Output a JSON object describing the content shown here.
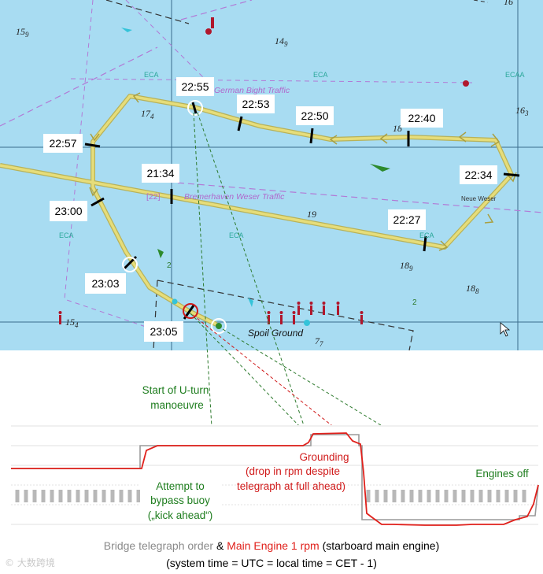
{
  "map": {
    "time_labels": [
      {
        "id": "2255",
        "text": "22:55"
      },
      {
        "id": "2253",
        "text": "22:53"
      },
      {
        "id": "2250",
        "text": "22:50"
      },
      {
        "id": "2240",
        "text": "22:40"
      },
      {
        "id": "2257",
        "text": "22:57"
      },
      {
        "id": "2134",
        "text": "21:34"
      },
      {
        "id": "2234",
        "text": "22:34"
      },
      {
        "id": "2300",
        "text": "23:00"
      },
      {
        "id": "2227",
        "text": "22:27"
      },
      {
        "id": "2303",
        "text": "23:03"
      },
      {
        "id": "2305",
        "text": "23:05"
      }
    ],
    "areas": {
      "german_bight": "German Bight Traffic",
      "bremerhaven": "Bremerhaven Weser Traffic",
      "bremerhaven_prefix": "[22]",
      "spoil_ground": "Spoil Ground",
      "neue_weser": "Neue Weser"
    },
    "eca_label": "ECA",
    "ecaa_label": "ECAA",
    "depths": [
      {
        "id": "d1",
        "main": "15",
        "sub": "9"
      },
      {
        "id": "d2",
        "main": "14",
        "sub": "9"
      },
      {
        "id": "d3",
        "main": "17",
        "sub": "4"
      },
      {
        "id": "d4",
        "main": "16",
        "sub": "3"
      },
      {
        "id": "d5",
        "main": "18",
        "sub": ""
      },
      {
        "id": "d6",
        "main": "19",
        "sub": ""
      },
      {
        "id": "d7",
        "main": "18",
        "sub": "9"
      },
      {
        "id": "d8",
        "main": "18",
        "sub": "8"
      },
      {
        "id": "d9",
        "main": "15",
        "sub": "4"
      },
      {
        "id": "d10",
        "main": "7",
        "sub": "7"
      },
      {
        "id": "d11",
        "main": "16",
        "sub": ""
      }
    ],
    "colors": {
      "sea": "#a8dcf2",
      "track": "#e6dd7a",
      "track_outline": "#b7b25a",
      "route_line": "#b27ad6",
      "telegraph_dash": "#2d7a2d",
      "grounding_dash": "#d01a1a"
    }
  },
  "chart": {
    "annotations": {
      "start_uturn_line1": "Start of U-turn",
      "start_uturn_line2": "manoeuvre",
      "grounding_line1": "Grounding",
      "grounding_line2": "(drop in rpm despite",
      "grounding_line3": "telegraph at full ahead)",
      "attempt_line1": "Attempt to",
      "attempt_line2": "bypass buoy",
      "attempt_line3": "(„kick ahead“)",
      "engines_off": "Engines off"
    },
    "colors": {
      "telegraph": "#9a9a9a",
      "rpm": "#e0201b",
      "grid": "#bcbcbc"
    }
  },
  "caption": {
    "part1": "Bridge telegraph order",
    "amp": " & ",
    "part2": "Main Engine 1 rpm",
    "part3": " (starboard main engine)",
    "line2": "(system time = UTC = local time = CET - 1)"
  },
  "watermark": "© 大数跨境"
}
